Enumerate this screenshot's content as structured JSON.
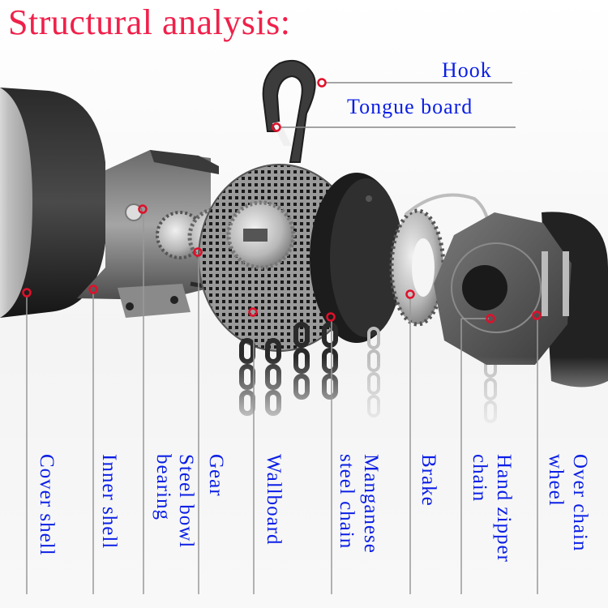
{
  "title": "Structural analysis:",
  "colors": {
    "title": "#f0204a",
    "labels": "#0a1ee6",
    "marker": "#e0102a",
    "leader_line": "#888888"
  },
  "top_labels": [
    {
      "label": "Hook",
      "marker": [
        397,
        102
      ]
    },
    {
      "label": "Tongue board",
      "marker": [
        341,
        157
      ]
    }
  ],
  "bottom_labels": [
    {
      "label": "Cover shell",
      "lines": [
        "Cover shell"
      ],
      "marker": [
        33,
        361
      ]
    },
    {
      "label": "Inner shell",
      "lines": [
        "Inner shell"
      ],
      "marker": [
        115,
        357
      ]
    },
    {
      "label": "Steel bowl bearing",
      "lines": [
        "Steel bowl",
        "bearing"
      ],
      "marker": [
        176,
        258
      ]
    },
    {
      "label": "Gear",
      "lines": [
        "Gear"
      ],
      "marker": [
        244,
        311
      ]
    },
    {
      "label": "Wallboard",
      "lines": [
        "Wallboard"
      ],
      "marker": [
        312,
        385
      ]
    },
    {
      "label": "Manganese steel chain",
      "lines": [
        "Manganese",
        "steel chain"
      ],
      "marker": [
        408,
        391
      ]
    },
    {
      "label": "Brake",
      "lines": [
        "Brake"
      ],
      "marker": [
        506,
        363
      ]
    },
    {
      "label": "Hand zipper chain",
      "lines": [
        "Hand zipper",
        "chain"
      ],
      "marker": [
        605,
        393
      ]
    },
    {
      "label": "Over chain wheel",
      "lines": [
        "Over chain",
        "wheel"
      ],
      "marker": [
        662,
        389
      ]
    }
  ]
}
